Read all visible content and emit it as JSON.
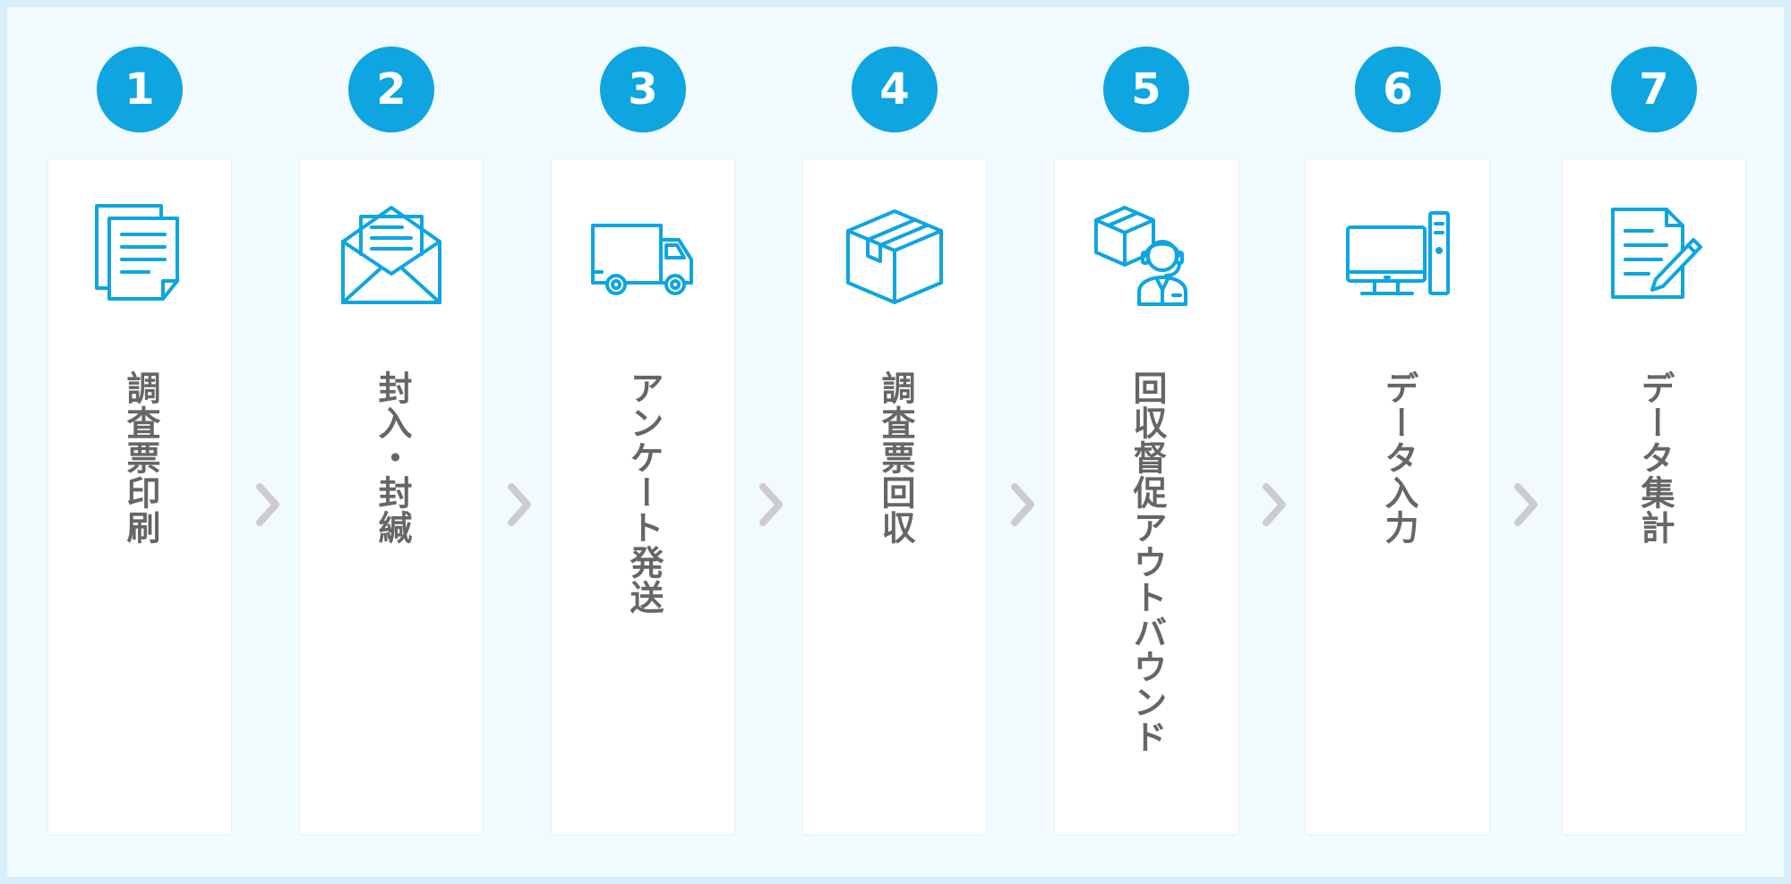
{
  "steps": [
    {
      "number": "1",
      "label": "調査票印刷",
      "icon": "documents-icon"
    },
    {
      "number": "2",
      "label": "封入・封緘",
      "icon": "envelope-letter-icon"
    },
    {
      "number": "3",
      "label": "アンケート発送",
      "icon": "delivery-truck-icon"
    },
    {
      "number": "4",
      "label": "調査票回収",
      "icon": "box-icon"
    },
    {
      "number": "5",
      "label": "回収督促アウトバウンド",
      "icon": "call-operator-icon"
    },
    {
      "number": "6",
      "label": "データ入力",
      "icon": "desktop-computer-icon"
    },
    {
      "number": "7",
      "label": "データ集計",
      "icon": "document-pen-icon"
    }
  ],
  "colors": {
    "accent": "#0ea5e1",
    "text": "#666666",
    "chevron": "#cccccc",
    "background": "#f1fafd"
  }
}
